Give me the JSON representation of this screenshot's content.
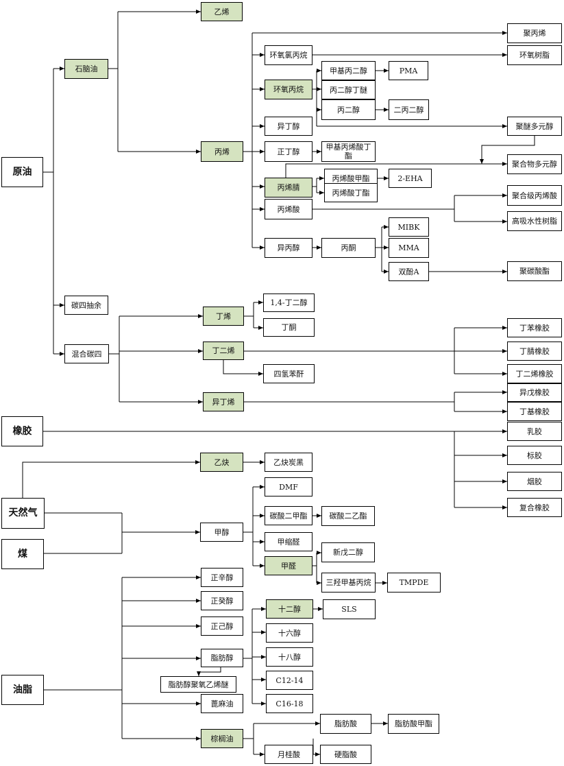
{
  "colors": {
    "highlight": "#d5e3c0",
    "line": "#000000",
    "box": "#ffffff"
  },
  "nodes": {
    "crude_oil": "原油",
    "naphtha": "石脑油",
    "ethylene": "乙烯",
    "propylene": "丙烯",
    "polypropylene": "聚丙烯",
    "epichlorohydrin": "环氧氯丙烷",
    "epoxy_resin": "环氧树脂",
    "methyl_propanediol": "甲基丙二醇",
    "pma": "PMA",
    "propylene_oxide": "环氧丙烷",
    "propylene_glycol_butyl_ether": "丙二醇丁醚",
    "propylene_glycol": "丙二醇",
    "dipropylene_glycol": "二丙二醇",
    "isobutanol": "异丁醇",
    "polyether_polyol": "聚醚多元醇",
    "n_butanol": "正丁醇",
    "butyl_methacrylate": "甲基丙烯酸丁酯",
    "polymer_polyol": "聚合物多元醇",
    "acrylonitrile": "丙烯腈",
    "methyl_acrylate": "丙烯酸甲酯",
    "two_eha": "2-EHA",
    "butyl_acrylate": "丙烯酸丁酯",
    "acrylic_acid": "丙烯酸",
    "polymer_grade_acrylic": "聚合级丙烯酸",
    "superabsorbent_resin": "高吸水性树脂",
    "isopropanol": "异丙醇",
    "acetone": "丙酮",
    "mibk": "MIBK",
    "mma": "MMA",
    "bisphenol_a": "双酚A",
    "polycarbonate": "聚碳酸酯",
    "c4_raffinate": "碳四抽余",
    "mixed_c4": "混合碳四",
    "butene": "丁烯",
    "bdo": "1,4-丁二醇",
    "butanone": "丁酮",
    "butadiene": "丁二烯",
    "maleic_anhydride": "四氢苯酐",
    "isobutylene": "异丁烯",
    "sbr": "丁苯橡胶",
    "nbr": "丁腈橡胶",
    "br": "丁二烯橡胶",
    "ir": "异戊橡胶",
    "iir": "丁基橡胶",
    "rubber": "橡胶",
    "latex": "乳胶",
    "standard_rubber": "标胶",
    "smoked_rubber": "烟胶",
    "compound_rubber": "复合橡胶",
    "natural_gas": "天然气",
    "coal": "煤",
    "acetylene": "乙炔",
    "acetylene_black": "乙炔炭黑",
    "methanol": "甲醇",
    "dmf": "DMF",
    "dmc": "碳酸二甲酯",
    "dec": "碳酸二乙酯",
    "methylal": "甲缩醛",
    "formaldehyde": "甲醛",
    "neopentyl_glycol": "新戊二醇",
    "tmp": "三羟甲基丙烷",
    "tmpde": "TMPDE",
    "oils_fats": "油脂",
    "octanol": "正辛醇",
    "decanol": "正癸醇",
    "hexanol": "正己醇",
    "fatty_alcohol": "脂肪醇",
    "aeo": "脂肪醇聚氧乙烯醚",
    "castor_oil": "蓖麻油",
    "palm_oil": "棕榈油",
    "dodecanol": "十二醇",
    "sls": "SLS",
    "hexadecanol": "十六醇",
    "octadecanol": "十八醇",
    "c12_14": "C12-14",
    "c16_18": "C16-18",
    "fatty_acid": "脂肪酸",
    "fatty_acid_methyl_ester": "脂肪酸甲酯",
    "lauric_acid": "月桂酸",
    "stearic_acid": "硬脂酸"
  }
}
